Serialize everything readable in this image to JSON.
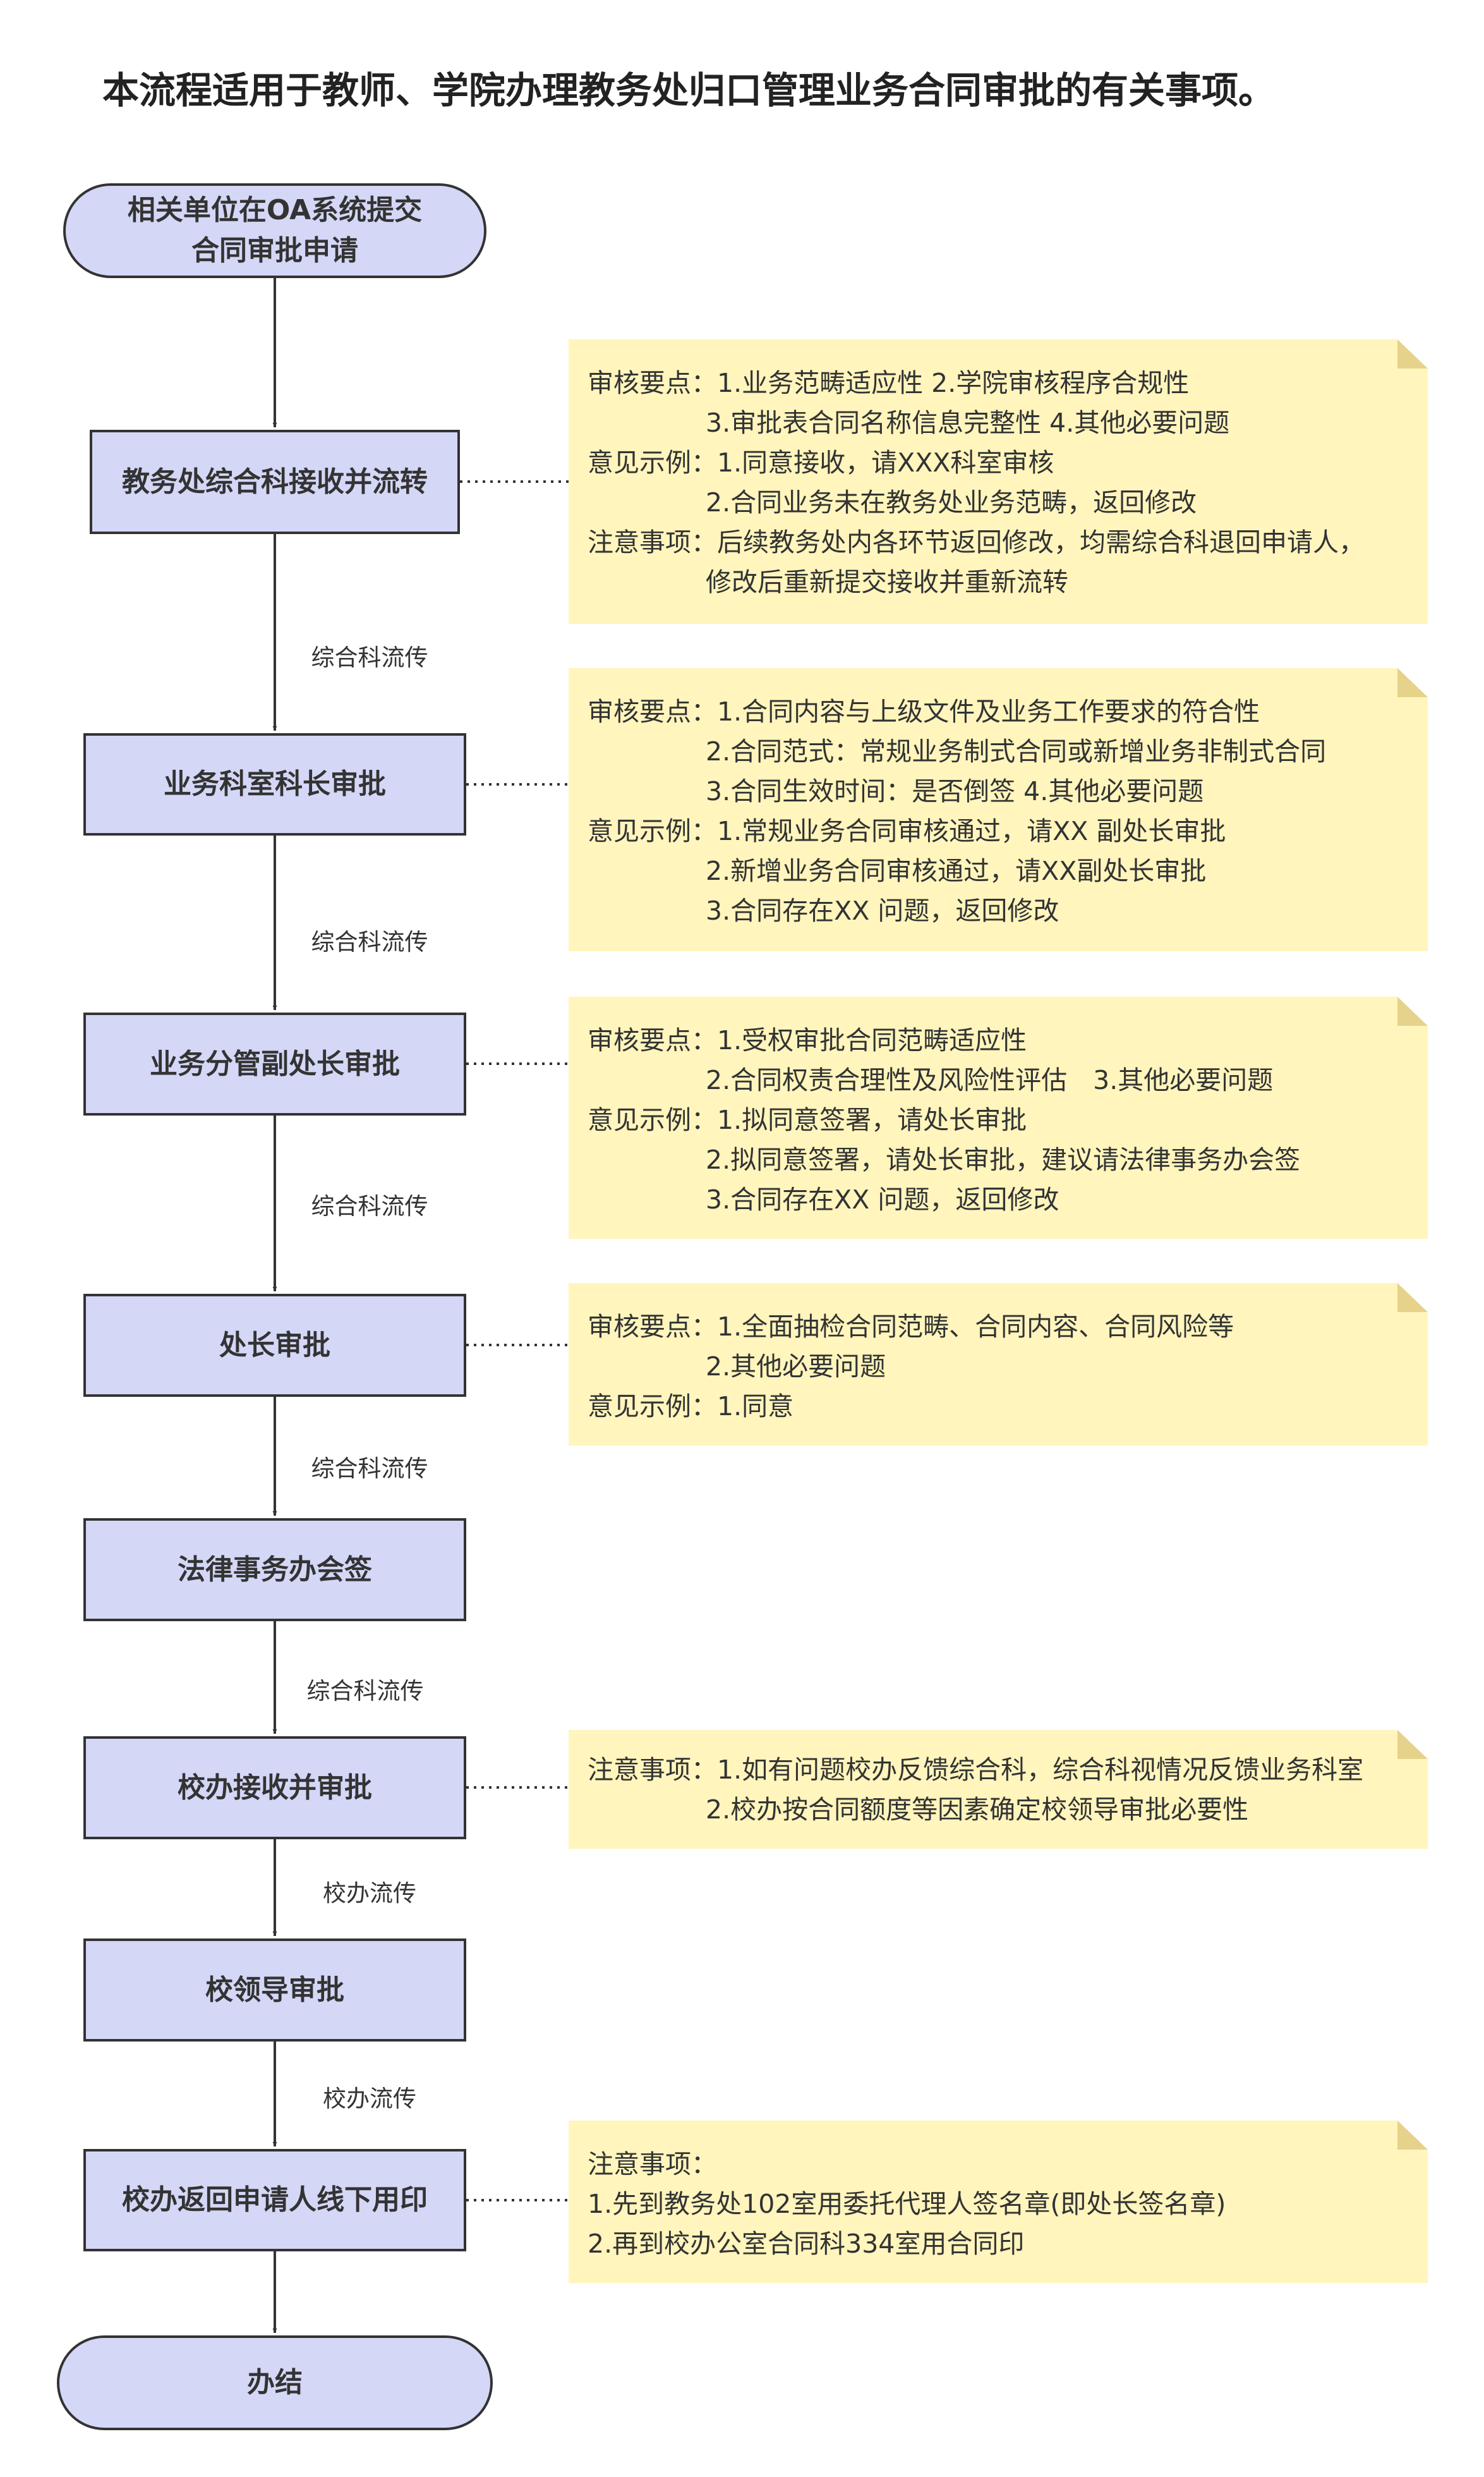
{
  "title": "本流程适用于教师、学院办理教务处归口管理业务合同审批的有关事项。",
  "colors": {
    "node_fill": "#d4d7f6",
    "node_border": "#333333",
    "note_fill": "#fff5bd",
    "note_fold": "#e6d28a"
  },
  "nodes": [
    {
      "line1": "相关单位在OA系统提交",
      "line2": "合同审批申请"
    },
    {
      "label": "教务处综合科接收并流转"
    },
    {
      "label": "业务科室科长审批"
    },
    {
      "label": "业务分管副处长审批"
    },
    {
      "label": "处长审批"
    },
    {
      "label": "法律事务办会签"
    },
    {
      "label": "校办接收并审批"
    },
    {
      "label": "校领导审批"
    },
    {
      "label": "校办返回申请人线下用印"
    },
    {
      "label": "办结"
    }
  ],
  "edge_labels": [
    "综合科流传",
    "综合科流传",
    "综合科流传",
    "综合科流传",
    "综合科流传",
    "校办流传",
    "校办流传"
  ],
  "notes": [
    {
      "lines": [
        "审核要点：1.业务范畴适应性 2.学院审核程序合规性",
        "3.审批表合同名称信息完整性 4.其他必要问题",
        "意见示例：1.同意接收，请XXX科室审核",
        "2.合同业务未在教务处业务范畴，返回修改",
        "注意事项：后续教务处内各环节返回修改，均需综合科退回申请人，",
        "修改后重新提交接收并重新流转"
      ]
    },
    {
      "lines": [
        "审核要点：1.合同内容与上级文件及业务工作要求的符合性",
        "2.合同范式：常规业务制式合同或新增业务非制式合同",
        "3.合同生效时间：是否倒签 4.其他必要问题",
        "意见示例：1.常规业务合同审核通过，请XX 副处长审批",
        "2.新增业务合同审核通过，请XX副处长审批",
        "3.合同存在XX 问题，返回修改"
      ]
    },
    {
      "lines": [
        "审核要点：1.受权审批合同范畴适应性",
        "2.合同权责合理性及风险性评估　3.其他必要问题",
        "意见示例：1.拟同意签署，请处长审批",
        "2.拟同意签署，请处长审批，建议请法律事务办会签",
        "3.合同存在XX 问题，返回修改"
      ]
    },
    {
      "lines": [
        "审核要点：1.全面抽检合同范畴、合同内容、合同风险等",
        "2.其他必要问题",
        "意见示例：1.同意"
      ]
    },
    {
      "lines": [
        "注意事项：1.如有问题校办反馈综合科，综合科视情况反馈业务科室",
        "2.校办按合同额度等因素确定校领导审批必要性"
      ]
    },
    {
      "lines": [
        "注意事项：",
        "1.先到教务处102室用委托代理人签名章(即处长签名章)",
        "2.再到校办公室合同科334室用合同印"
      ]
    }
  ]
}
